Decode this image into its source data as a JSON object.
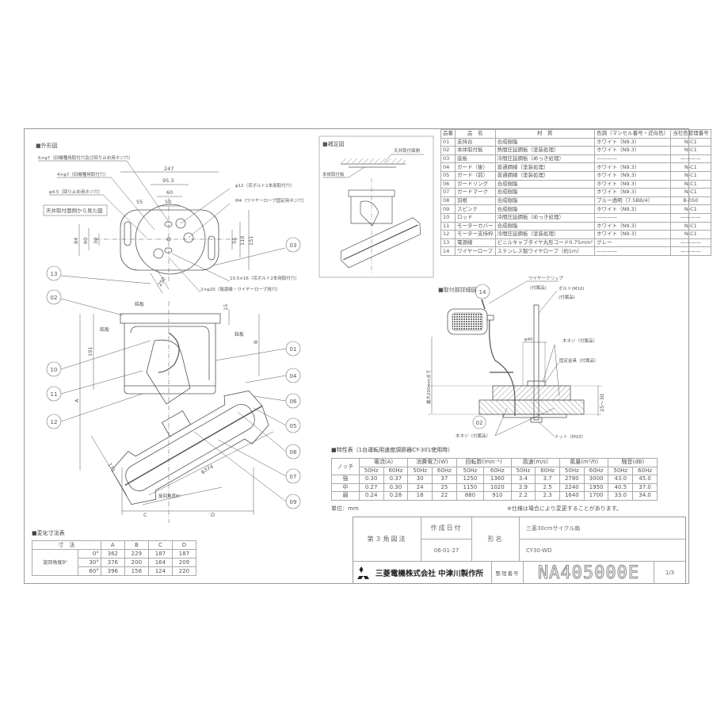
{
  "sections": {
    "outline_title": "■外形図",
    "supplement_title": "■補足図",
    "mount_title": "■取付部詳細図",
    "spec_title": "■特性表（1台運転用速度調節器CY-301使用時）",
    "variation_title": "■変化寸法表"
  },
  "outline": {
    "view_label": "天井取付面側から見た図",
    "notes": {
      "holes6": "6×φ7（旧機種用取付穴及び回り止め用ネジ穴）",
      "holes4": "4×φ7（旧機種用取付穴）",
      "hole45": "φ4.5（回り止め用ネジ穴）",
      "hole12": "φ12（吊ボルト1本用取付穴）",
      "m4": "M4（ワイヤーロープ固定用ネジ穴）",
      "slot": "10.5×16（吊ボルト2本用取付穴）",
      "hole20": "2×φ20（電源線・ワイヤーロープ用穴）"
    },
    "dims": {
      "w247": "247",
      "w953": "95.3",
      "w60": "60",
      "w50": "50",
      "w55": "55",
      "h84": "84",
      "h60": "60",
      "h30": "30",
      "h55": "55",
      "h110": "110",
      "h151": "151",
      "l250": "250"
    },
    "side": {
      "nameplate": "銘板",
      "d15": "15",
      "d191": "191",
      "dA": "A",
      "dB": "B",
      "dC": "C",
      "dD": "D",
      "d171": "171",
      "d374": "φ374",
      "angle": "旋回角度θ°"
    },
    "callouts": [
      "01",
      "02",
      "03",
      "04",
      "05",
      "06",
      "07",
      "08",
      "09",
      "10",
      "11",
      "12",
      "13",
      "14"
    ]
  },
  "supplement": {
    "ceiling": "天井取付面側",
    "plate": "本体取付板"
  },
  "mount": {
    "wire_clip": "ワイヤークリップ",
    "accessory": "(付属品)",
    "bolt": "ボルト(M10)",
    "d40": "φ40",
    "wood_screw": "木ネジ（付属品）",
    "bracket": "固定金具（付属品）",
    "max": "最大200mmまで",
    "thick": "25～30",
    "nut": "ナット（M10）"
  },
  "parts": {
    "headers": [
      "品番",
      "品　名",
      "材　質",
      "色調（マンセル番号・近似色）",
      "当社色管理番号"
    ],
    "rows": [
      [
        "01",
        "支持台",
        "合成樹脂",
        "ホワイト（N9.3）",
        "N-C1"
      ],
      [
        "02",
        "本体取付板",
        "熱間圧延鋼板（塗装処理）",
        "ホワイト（N9.3）",
        "N-C1"
      ],
      [
        "03",
        "底板",
        "冷間圧延鋼板（めっき処理）",
        "————",
        "————"
      ],
      [
        "04",
        "ガード（後）",
        "普通鋼線（塗装処理）",
        "ホワイト（N9.3）",
        "N-C1"
      ],
      [
        "05",
        "ガード（前）",
        "普通鋼線（塗装処理）",
        "ホワイト（N9.3）",
        "N-C1"
      ],
      [
        "06",
        "ガードリング",
        "合成樹脂",
        "ホワイト（N9.3）",
        "N-C1"
      ],
      [
        "07",
        "ガードマーク",
        "合成樹脂",
        "ホワイト（N9.3）",
        "N-C1"
      ],
      [
        "08",
        "羽根",
        "合成樹脂",
        "ブルー透明（7.5BB/4）",
        "B-050"
      ],
      [
        "09",
        "スピンナ",
        "合成樹脂",
        "ホワイト（N9.3）",
        "N-C1"
      ],
      [
        "10",
        "ロッド",
        "冷間圧延鋼板（めっき処理）",
        "————",
        "————"
      ],
      [
        "11",
        "モーターカバー",
        "合成樹脂",
        "ホワイト（N9.3）",
        "N-C1"
      ],
      [
        "12",
        "モーター支持枠",
        "冷間圧延鋼板（塗装処理）",
        "ホワイト（N9.3）",
        "N-C1"
      ],
      [
        "13",
        "電源線",
        "ビニルキャブタイヤ丸形コード0.75mm²",
        "グレー",
        "————"
      ],
      [
        "14",
        "ワイヤーロープ",
        "ステンレス製ワイヤロープ（約1m）",
        "————",
        "————"
      ]
    ]
  },
  "spec": {
    "notch_label": "ノッチ",
    "groups": [
      "電流(A)",
      "消費電力(W)",
      "回転数(min⁻¹)",
      "風速(m/s)",
      "風量(m³/h)",
      "騒音(dB)"
    ],
    "freqs": [
      "50Hz",
      "60Hz"
    ],
    "rows": [
      {
        "notch": "強",
        "values": [
          "0.30",
          "0.37",
          "30",
          "37",
          "1250",
          "1360",
          "3.4",
          "3.7",
          "2780",
          "3000",
          "43.0",
          "45.0"
        ]
      },
      {
        "notch": "中",
        "values": [
          "0.27",
          "0.30",
          "24",
          "25",
          "1150",
          "1020",
          "2.9",
          "2.5",
          "2240",
          "1950",
          "40.5",
          "37.0"
        ]
      },
      {
        "notch": "弱",
        "values": [
          "0.24",
          "0.28",
          "18",
          "22",
          "880",
          "910",
          "2.2",
          "2.3",
          "1640",
          "1700",
          "33.0",
          "34.0"
        ]
      }
    ],
    "unit": "単位：mm",
    "note": "※仕様は場合により変更することがあります。"
  },
  "variation": {
    "header": "寸　法",
    "angle_label": "旋回角度θ°",
    "cols": [
      "A",
      "B",
      "C",
      "D"
    ],
    "rows": [
      {
        "angle": "0°",
        "values": [
          "362",
          "229",
          "187",
          "187"
        ]
      },
      {
        "angle": "30°",
        "values": [
          "376",
          "200",
          "164",
          "209"
        ]
      },
      {
        "angle": "60°",
        "values": [
          "396",
          "158",
          "124",
          "220"
        ]
      }
    ]
  },
  "title_block": {
    "projection": "第３角図法",
    "date_label": "作成日付",
    "date": "06-01-27",
    "model_label": "形名",
    "product": "三菱30cmサイクル扇",
    "model": "CY30-WD",
    "company": "三菱電機株式会社 中津川製作所",
    "number_label": "整理番号",
    "number": "NA405000E",
    "sheet": "1/3"
  }
}
